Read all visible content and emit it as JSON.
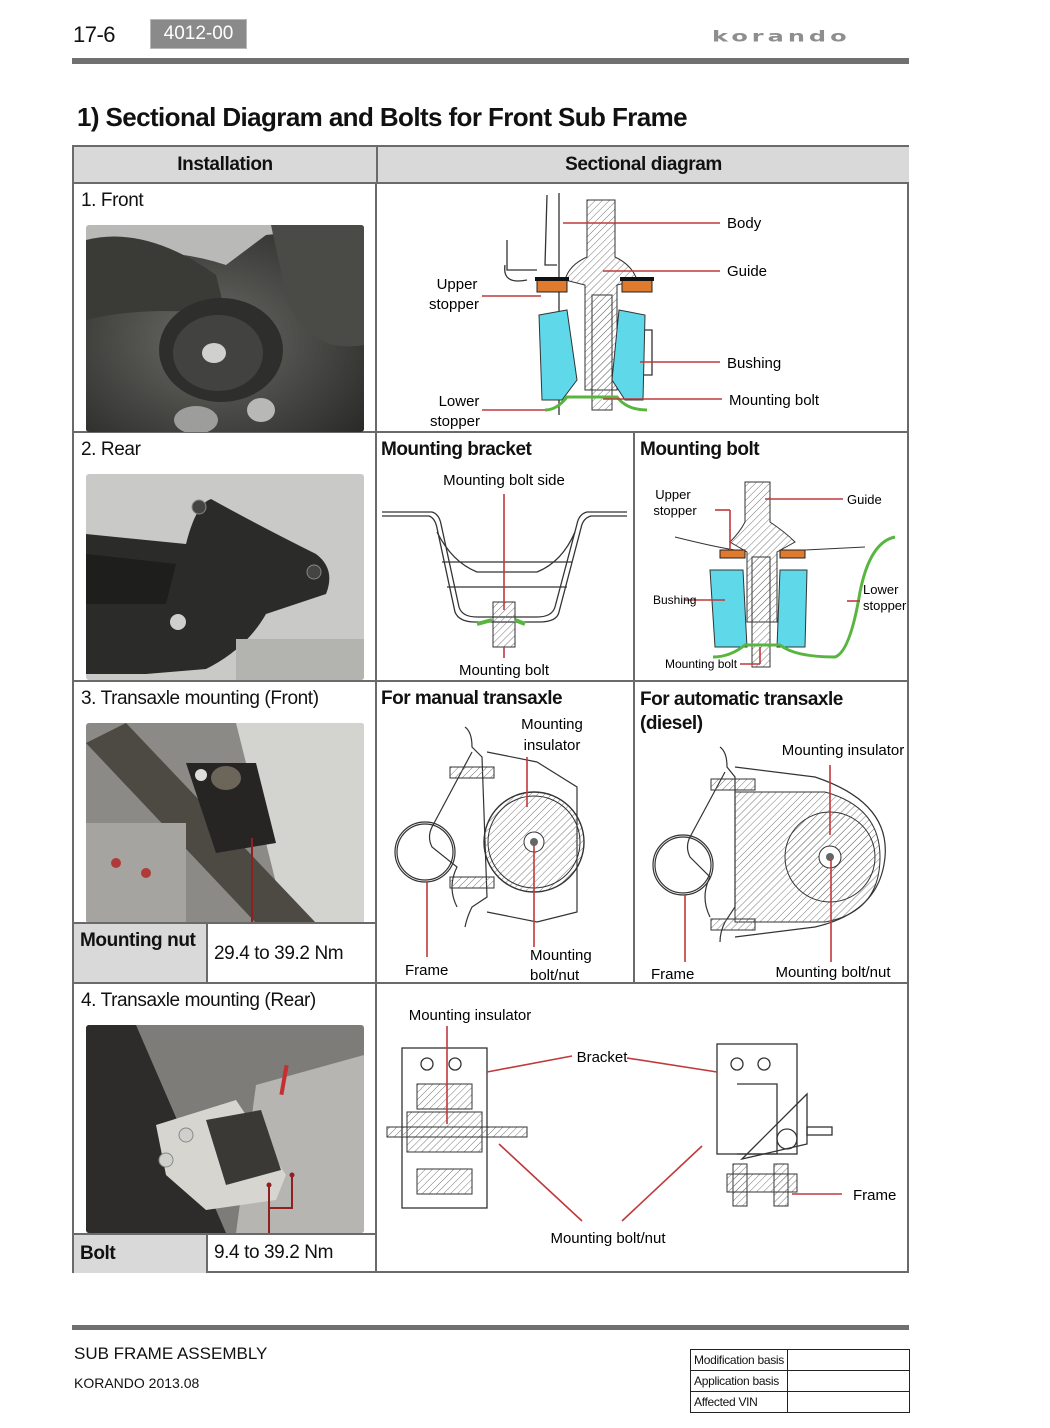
{
  "header": {
    "page_number": "17-6",
    "section_code": "4012-00",
    "brand": "korando"
  },
  "section_title": "1) Sectional Diagram and Bolts for Front Sub Frame",
  "table": {
    "columns": [
      "Installation",
      "Sectional diagram"
    ],
    "rows": [
      {
        "label": "1. Front",
        "photo": "front-sub-frame-mount-photo",
        "diagram": {
          "callouts": [
            "Body",
            "Guide",
            "Upper stopper",
            "Bushing",
            "Mounting bolt",
            "Lower stopper"
          ]
        }
      },
      {
        "label": "2. Rear",
        "photo": "rear-sub-frame-mount-photo",
        "diagrams": [
          {
            "title": "Mounting bracket",
            "callouts": [
              "Mounting bolt side",
              "Mounting bolt"
            ]
          },
          {
            "title": "Mounting bolt",
            "callouts": [
              "Upper stopper",
              "Guide",
              "Bushing",
              "Lower stopper",
              "Mounting bolt"
            ]
          }
        ]
      },
      {
        "label": "3. Transaxle mounting (Front)",
        "photo": "transaxle-front-mount-photo",
        "torque": {
          "item": "Mounting nut",
          "value": "29.4 to 39.2 Nm"
        },
        "diagrams": [
          {
            "title": "For manual transaxle",
            "callouts": [
              "Mounting insulator",
              "Frame",
              "Mounting bolt/nut"
            ]
          },
          {
            "title": "For automatic transaxle (diesel)",
            "callouts": [
              "Mounting insulator",
              "Frame",
              "Mounting bolt/nut"
            ]
          }
        ]
      },
      {
        "label": "4. Transaxle mounting (Rear)",
        "photo": "transaxle-rear-mount-photo",
        "torque": {
          "item": "Bolt",
          "value": "9.4 to 39.2 Nm"
        },
        "diagram": {
          "callouts": [
            "Mounting insulator",
            "Bracket",
            "Frame",
            "Mounting bolt/nut"
          ]
        }
      }
    ]
  },
  "footer": {
    "title": "SUB FRAME ASSEMBLY",
    "model": "KORANDO 2013.08",
    "revision_table": [
      {
        "key": "Modification basis",
        "value": ""
      },
      {
        "key": "Application basis",
        "value": ""
      },
      {
        "key": "Affected VIN",
        "value": ""
      }
    ]
  },
  "colors": {
    "callout_line": "#c0393b",
    "bushing": "#5fd8ea",
    "stopper": "#e07a2e",
    "lower_stopper": "#58b540",
    "header_fill": "#d9d9d9",
    "rule": "#707070"
  }
}
